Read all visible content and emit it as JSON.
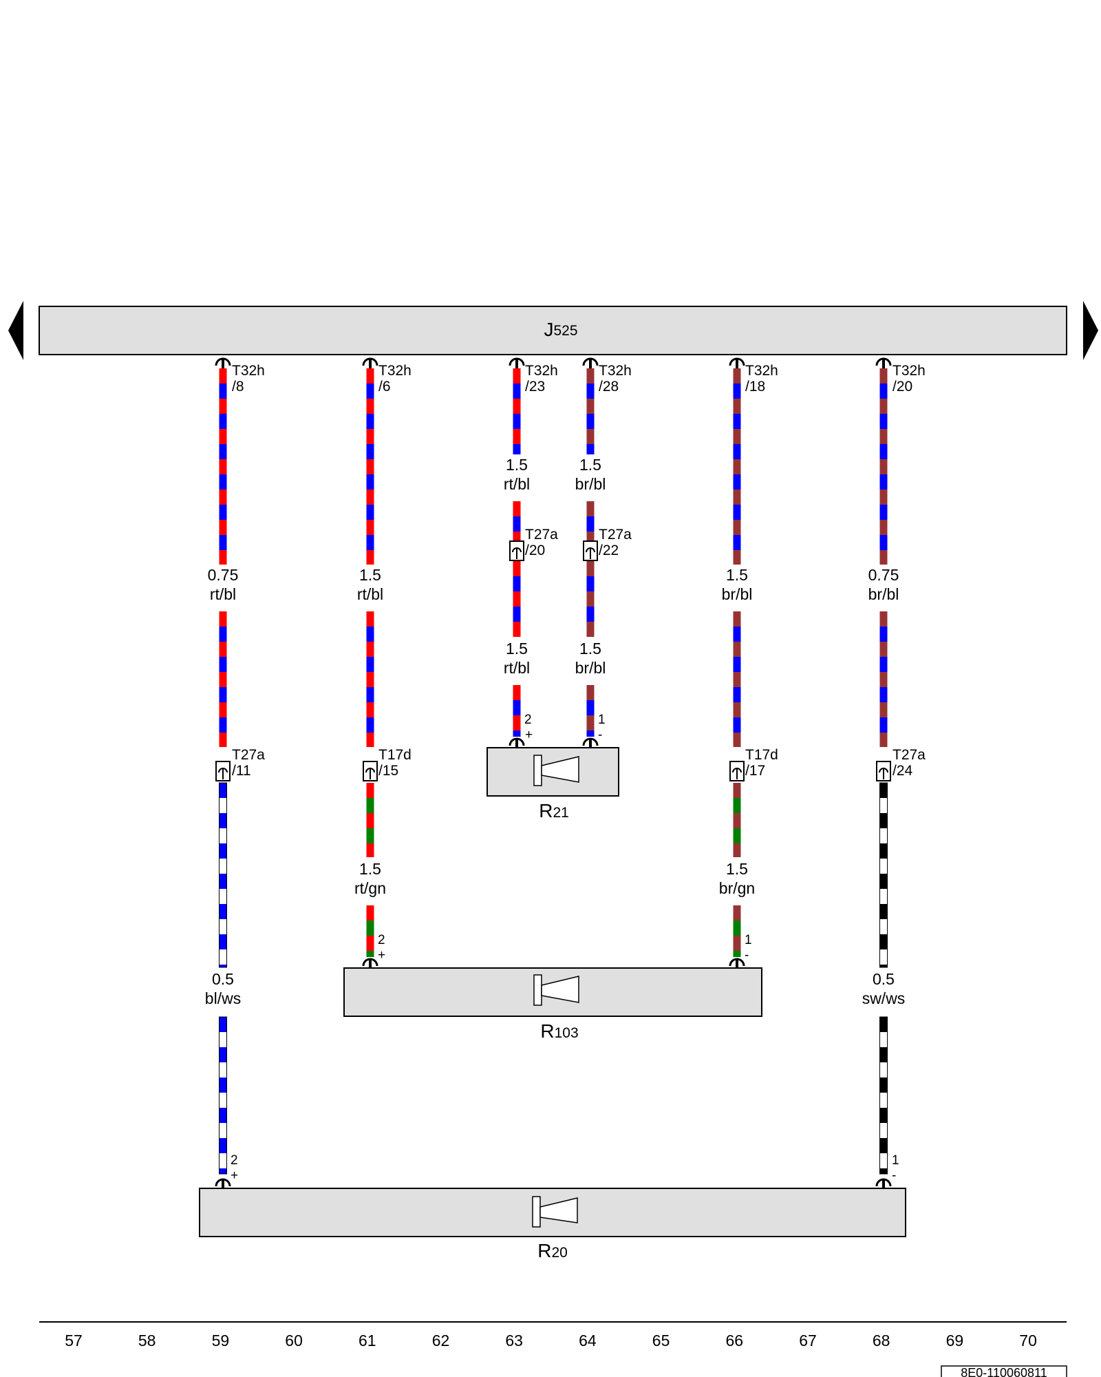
{
  "control_unit": {
    "main": "J",
    "sub": "525"
  },
  "nav": {
    "left_arrow_icon": "triangle-left-icon",
    "right_arrow_icon": "triangle-right-icon"
  },
  "colors": {
    "rt": "#ff0000",
    "bl": "#0000ff",
    "br": "#993333",
    "gn": "#008000",
    "ws": "#ffffff",
    "sw": "#000000",
    "box_fill": "#e0e0e0"
  },
  "wires": [
    {
      "id": "w59a",
      "size": "0.75",
      "color": "rt/bl",
      "colors": [
        "rt",
        "bl"
      ]
    },
    {
      "id": "w59b",
      "size": "0.5",
      "color": "bl/ws",
      "colors": [
        "bl",
        "ws"
      ]
    },
    {
      "id": "w61a",
      "size": "1.5",
      "color": "rt/bl",
      "colors": [
        "rt",
        "bl"
      ]
    },
    {
      "id": "w61b",
      "size": "1.5",
      "color": "rt/gn",
      "colors": [
        "rt",
        "gn"
      ]
    },
    {
      "id": "w63a",
      "size": "1.5",
      "color": "rt/bl",
      "colors": [
        "rt",
        "bl"
      ]
    },
    {
      "id": "w63b",
      "size": "1.5",
      "color": "rt/bl",
      "colors": [
        "rt",
        "bl"
      ]
    },
    {
      "id": "w64a",
      "size": "1.5",
      "color": "br/bl",
      "colors": [
        "br",
        "bl"
      ]
    },
    {
      "id": "w64b",
      "size": "1.5",
      "color": "br/bl",
      "colors": [
        "br",
        "bl"
      ]
    },
    {
      "id": "w66a",
      "size": "1.5",
      "color": "br/bl",
      "colors": [
        "br",
        "bl"
      ]
    },
    {
      "id": "w66b",
      "size": "1.5",
      "color": "br/gn",
      "colors": [
        "br",
        "gn"
      ]
    },
    {
      "id": "w68a",
      "size": "0.75",
      "color": "br/bl",
      "colors": [
        "br",
        "bl"
      ]
    },
    {
      "id": "w68b",
      "size": "0.5",
      "color": "sw/ws",
      "colors": [
        "sw",
        "ws"
      ]
    }
  ],
  "connectors": {
    "t59_top": {
      "name": "T32h",
      "pin": "/8"
    },
    "t61_top": {
      "name": "T32h",
      "pin": "/6"
    },
    "t63_top": {
      "name": "T32h",
      "pin": "/23"
    },
    "t64_top": {
      "name": "T32h",
      "pin": "/28"
    },
    "t66_top": {
      "name": "T32h",
      "pin": "/18"
    },
    "t68_top": {
      "name": "T32h",
      "pin": "/20"
    },
    "t63_mid": {
      "name": "T27a",
      "pin": "/20"
    },
    "t64_mid": {
      "name": "T27a",
      "pin": "/22"
    },
    "t59_mid": {
      "name": "T27a",
      "pin": "/11"
    },
    "t61_mid": {
      "name": "T17d",
      "pin": "/15"
    },
    "t66_mid": {
      "name": "T17d",
      "pin": "/17"
    },
    "t68_mid": {
      "name": "T27a",
      "pin": "/24"
    }
  },
  "speakers": {
    "r21": {
      "main": "R",
      "sub": "21",
      "pin_pos": "2",
      "pin_neg": "1",
      "plus": "+",
      "minus": "-"
    },
    "r103": {
      "main": "R",
      "sub": "103",
      "pin_pos": "2",
      "pin_neg": "1",
      "plus": "+",
      "minus": "-"
    },
    "r20": {
      "main": "R",
      "sub": "20",
      "pin_pos": "2",
      "pin_neg": "1",
      "plus": "+",
      "minus": "-"
    }
  },
  "ruler": [
    "57",
    "58",
    "59",
    "60",
    "61",
    "62",
    "63",
    "64",
    "65",
    "66",
    "67",
    "68",
    "69",
    "70"
  ],
  "reference": "8E0-110060811"
}
